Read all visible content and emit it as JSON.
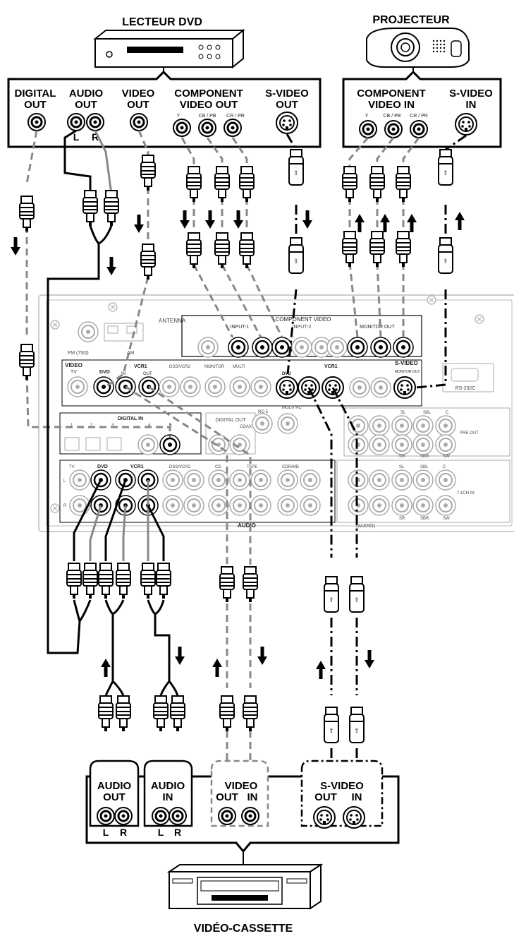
{
  "devices": {
    "dvd": {
      "title": "LECTEUR DVD"
    },
    "projector": {
      "title": "PROJECTEUR"
    },
    "vcr": {
      "title": "VIDÉO-CASSETTE"
    }
  },
  "dvd_panel": {
    "digital_out": [
      "DIGITAL",
      "OUT"
    ],
    "audio_out": [
      "AUDIO",
      "OUT"
    ],
    "audio_lr": [
      "L",
      "R"
    ],
    "video_out": [
      "VIDEO",
      "OUT"
    ],
    "component_out": [
      "COMPONENT",
      "VIDEO OUT"
    ],
    "component_jacks": [
      "Y",
      "CB / PB",
      "CR / PR"
    ],
    "svideo_out": [
      "S-VIDEO",
      "OUT"
    ]
  },
  "projector_panel": {
    "component_in": [
      "COMPONENT",
      "VIDEO IN"
    ],
    "component_jacks": [
      "Y",
      "CB / PB",
      "CR / PR"
    ],
    "svideo_in": [
      "S-VIDEO",
      "IN"
    ]
  },
  "vcr_panel": {
    "audio_out": [
      "AUDIO",
      "OUT"
    ],
    "audio_in": [
      "AUDIO",
      "IN"
    ],
    "video": [
      "VIDEO",
      "OUT",
      "IN"
    ],
    "svideo": [
      "S-VIDEO",
      "OUT",
      "IN"
    ],
    "lr": [
      "L",
      "R"
    ]
  },
  "receiver": {
    "antenna": "ANTENNA",
    "fm": "FM (75Ω)",
    "am": "AM",
    "component_video": "COMPONENT VIDEO",
    "input1": "INPUT-1",
    "input2": "INPUT-2",
    "monitor_out": "MONITOR OUT",
    "video": "VIDEO",
    "tv": "TV",
    "dvd": "DVD",
    "vcr1": "VCR1",
    "in": "IN",
    "out": "OUT",
    "dss": "DSS/VCR2",
    "monitor": "MONITOR",
    "multi": "MULTI",
    "svideo": "S-VIDEO",
    "svideo_monitor_out": "MONITOR OUT",
    "rs232c": "RS-232C",
    "digital_in": "DIGITAL IN",
    "digital_out": "DIGITAL OUT",
    "coax": "COAX",
    "rc5": "RC-5",
    "multi_rc": "MULTI RC",
    "sl": "SL",
    "sbl": "SBL",
    "c": "C",
    "pre_out": "PRE OUT",
    "sr": "SR",
    "sbr": "SBR",
    "sw": "SW",
    "cd": "CD",
    "tape": "TAPE",
    "cdr_md": "CDR/MD",
    "ch71": "7.1CH IN",
    "audio": "AUDIO",
    "audio_right": "(AUDIO)",
    "l": "L",
    "r": "R",
    "digital_nums": [
      "1",
      "2",
      "3",
      "4",
      "5"
    ]
  }
}
